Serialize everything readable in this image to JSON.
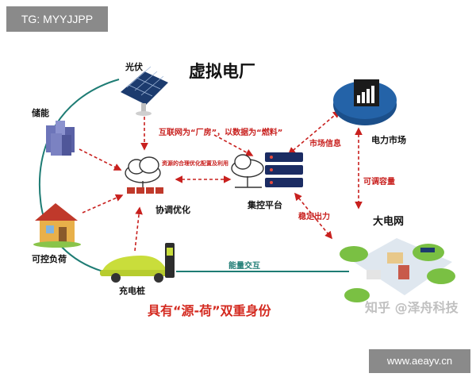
{
  "watermark_tags": {
    "top": "TG: MYYJJPP",
    "bottom": "www.aeayv.cn"
  },
  "title": "虚拟电厂",
  "nodes": {
    "solar": "光伏",
    "storage": "储能",
    "load": "可控负荷",
    "charger": "充电桩",
    "coord": "协调优化",
    "control": "集控平台",
    "market": "电力市场",
    "grid": "大电网"
  },
  "annotations": {
    "internet": "互联网为“厂房”，以数据为“燃料”",
    "resource": "资源的合理优化配置及利用",
    "market_info": "市场信息",
    "adjustable": "可调容量",
    "stable_output": "稳定出力",
    "energy": "能量交互"
  },
  "slogan": "具有“源-荷”双重身份",
  "zhihu": "知乎 @泽舟科技",
  "colors": {
    "red": "#c8201e",
    "teal": "#1e7c74",
    "navy": "#1b2c63",
    "grass": "#7ac043"
  }
}
